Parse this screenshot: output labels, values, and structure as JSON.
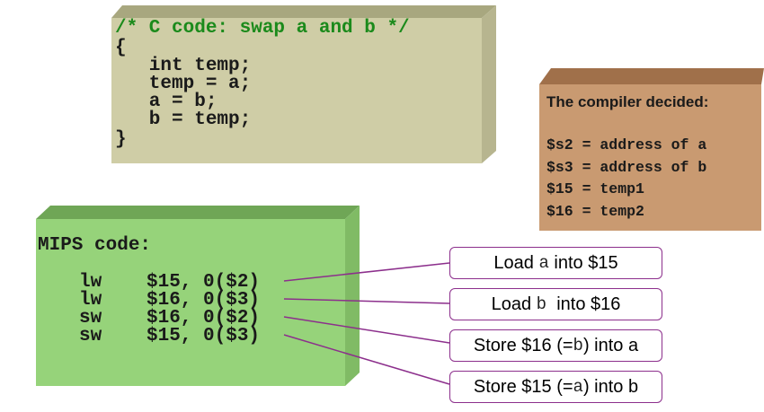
{
  "c_code": {
    "comment": "/* C code: swap a and b */",
    "lines": [
      "{",
      "   int temp;",
      "   temp = a;",
      "   a = b;",
      "   b = temp;",
      "}"
    ]
  },
  "compiler": {
    "title": "The compiler decided:",
    "lines": [
      "$s2 = address of a",
      "$s3 = address of b",
      "$15 = temp1",
      "$16 = temp2"
    ]
  },
  "mips": {
    "title": "MIPS code:",
    "instructions": [
      {
        "op": "lw",
        "args": "$15, 0($2)"
      },
      {
        "op": "lw",
        "args": "$16, 0($3)"
      },
      {
        "op": "sw",
        "args": "$16, 0($2)"
      },
      {
        "op": "sw",
        "args": "$15, 0($3)"
      }
    ]
  },
  "callouts": [
    {
      "pre": "Load ",
      "code": "a",
      "post": " into $15"
    },
    {
      "pre": "Load ",
      "code": "b",
      "post": "  into $16"
    },
    {
      "pre": "Store $16 (=",
      "code": "b",
      "post": ") into a"
    },
    {
      "pre": "Store $15 (=",
      "code": "a",
      "post": ") into b"
    }
  ],
  "colors": {
    "c_box": "#cfcda6",
    "compiler_box": "#c99a71",
    "mips_box": "#96d37a",
    "comment": "#1b8a1b",
    "connector": "#8c2f8c"
  }
}
